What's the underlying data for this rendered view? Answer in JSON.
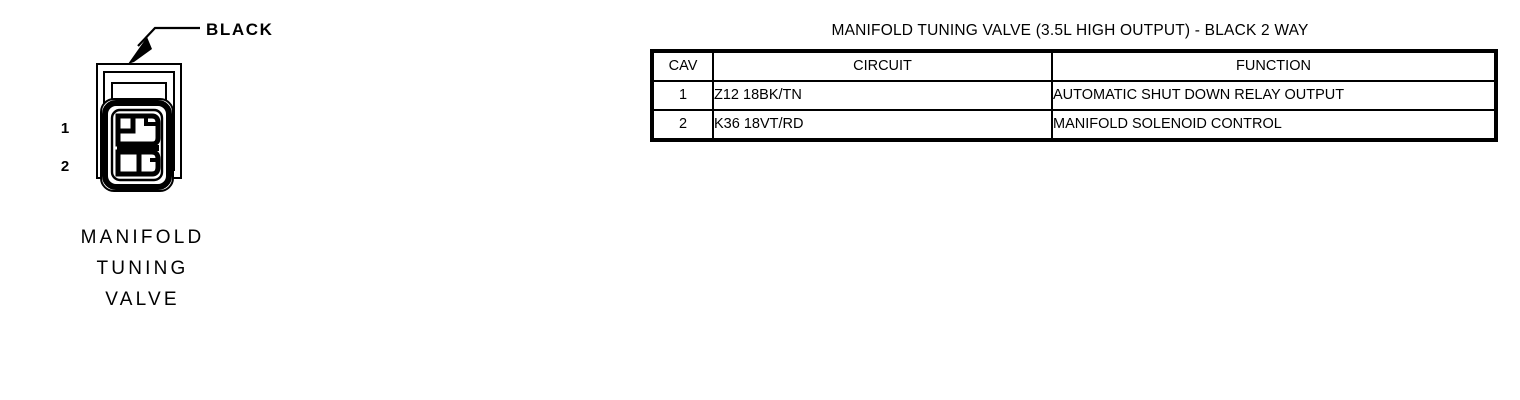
{
  "connector": {
    "callout_label": "BLACK",
    "pins": [
      "1",
      "2"
    ],
    "caption_lines": [
      "MANIFOLD",
      "TUNING",
      "VALVE"
    ],
    "line_color": "#000000"
  },
  "table": {
    "title": "MANIFOLD TUNING VALVE (3.5L HIGH OUTPUT) - BLACK 2 WAY",
    "headers": [
      "CAV",
      "CIRCUIT",
      "FUNCTION"
    ],
    "rows": [
      {
        "cav": "1",
        "circuit": "Z12 18BK/TN",
        "function": "AUTOMATIC SHUT DOWN RELAY OUTPUT"
      },
      {
        "cav": "2",
        "circuit": "K36 18VT/RD",
        "function": "MANIFOLD SOLENOID CONTROL"
      }
    ]
  }
}
